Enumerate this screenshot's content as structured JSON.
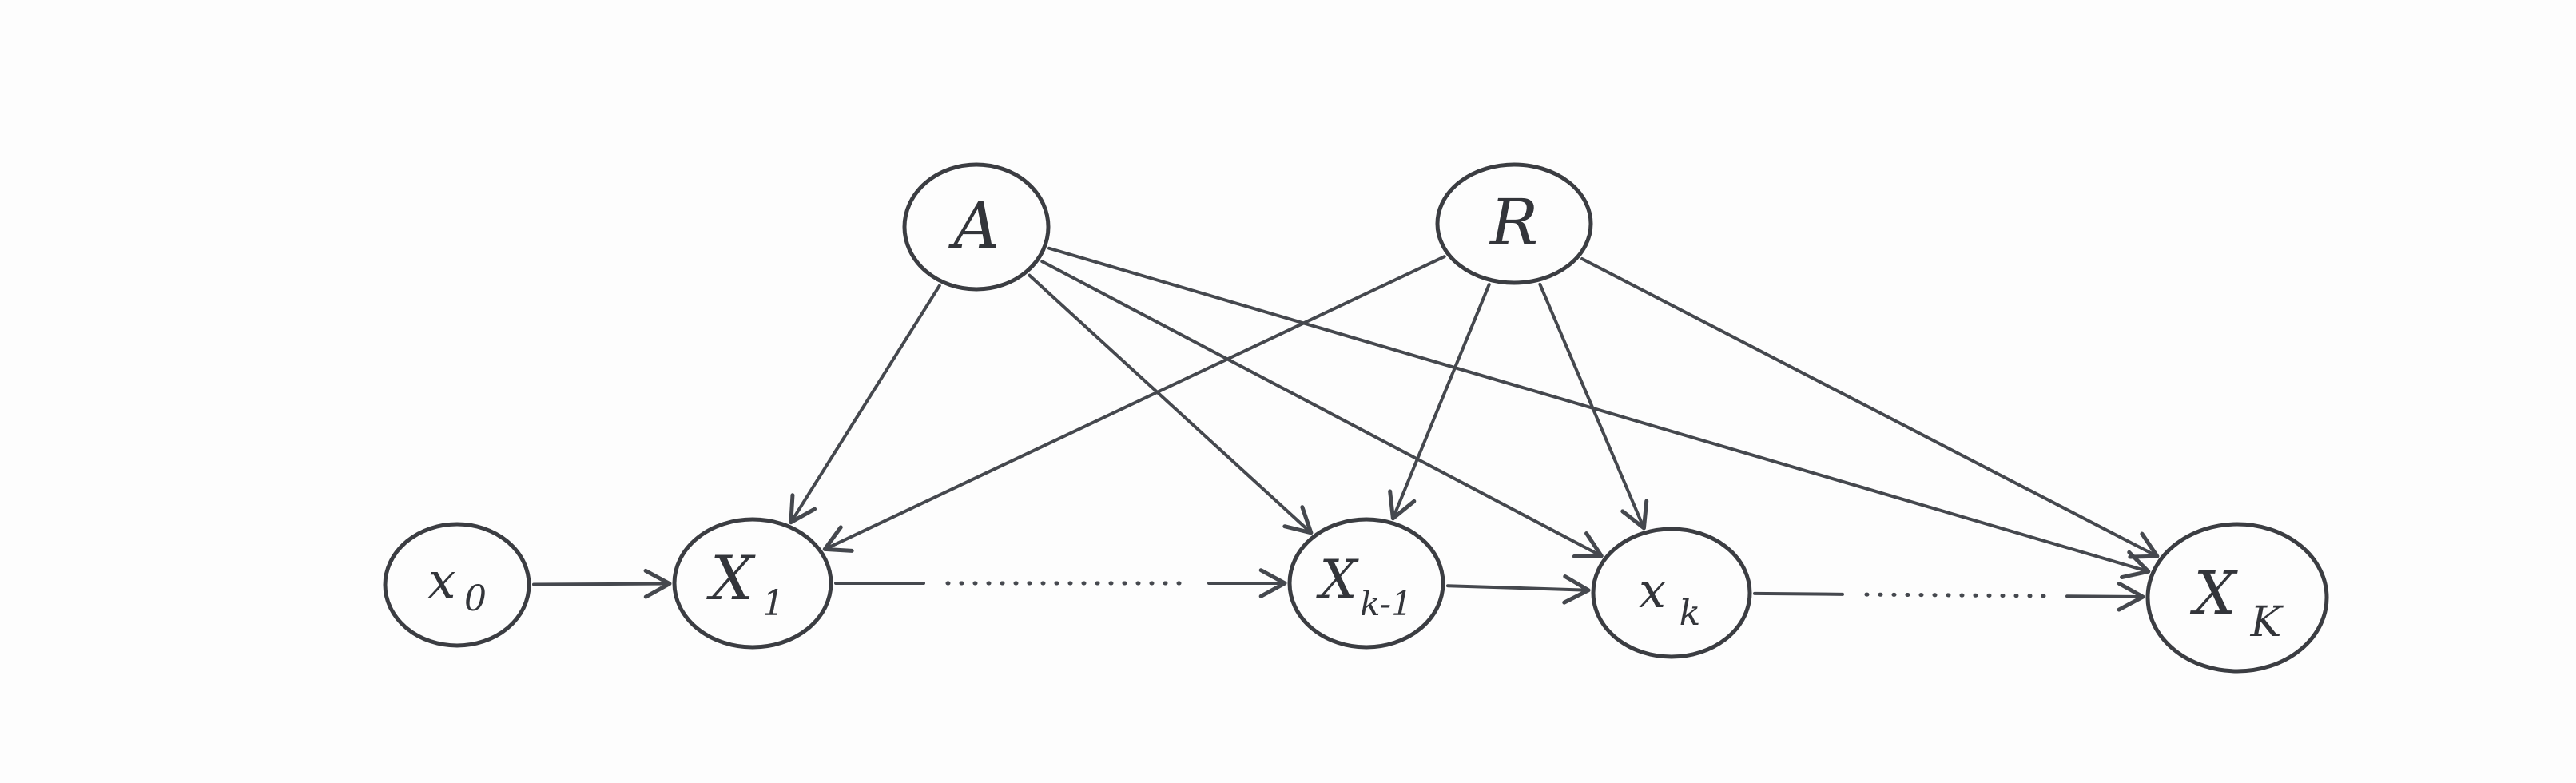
{
  "nodes": {
    "A": {
      "label": "A",
      "sub": ""
    },
    "R": {
      "label": "R",
      "sub": ""
    },
    "X0": {
      "label": "x",
      "sub": "0"
    },
    "X1": {
      "label": "X",
      "sub": "1"
    },
    "Xk1": {
      "label": "X",
      "sub": "k-1"
    },
    "Xk": {
      "label": "x",
      "sub": "k"
    },
    "XK": {
      "label": "X",
      "sub": "K"
    }
  },
  "edges": [
    {
      "from": "X0",
      "to": "X1",
      "style": "solid"
    },
    {
      "from": "X1",
      "to": "Xk1",
      "style": "dotted"
    },
    {
      "from": "Xk1",
      "to": "Xk",
      "style": "solid"
    },
    {
      "from": "Xk",
      "to": "XK",
      "style": "dotted"
    },
    {
      "from": "A",
      "to": "X1",
      "style": "solid"
    },
    {
      "from": "A",
      "to": "Xk1",
      "style": "solid"
    },
    {
      "from": "A",
      "to": "Xk",
      "style": "solid"
    },
    {
      "from": "A",
      "to": "XK",
      "style": "solid"
    },
    {
      "from": "R",
      "to": "X1",
      "style": "solid"
    },
    {
      "from": "R",
      "to": "Xk1",
      "style": "solid"
    },
    {
      "from": "R",
      "to": "Xk",
      "style": "solid"
    },
    {
      "from": "R",
      "to": "XK",
      "style": "solid"
    }
  ],
  "colors": {
    "ink": "#45484e",
    "paper": "#fdfdfd"
  }
}
